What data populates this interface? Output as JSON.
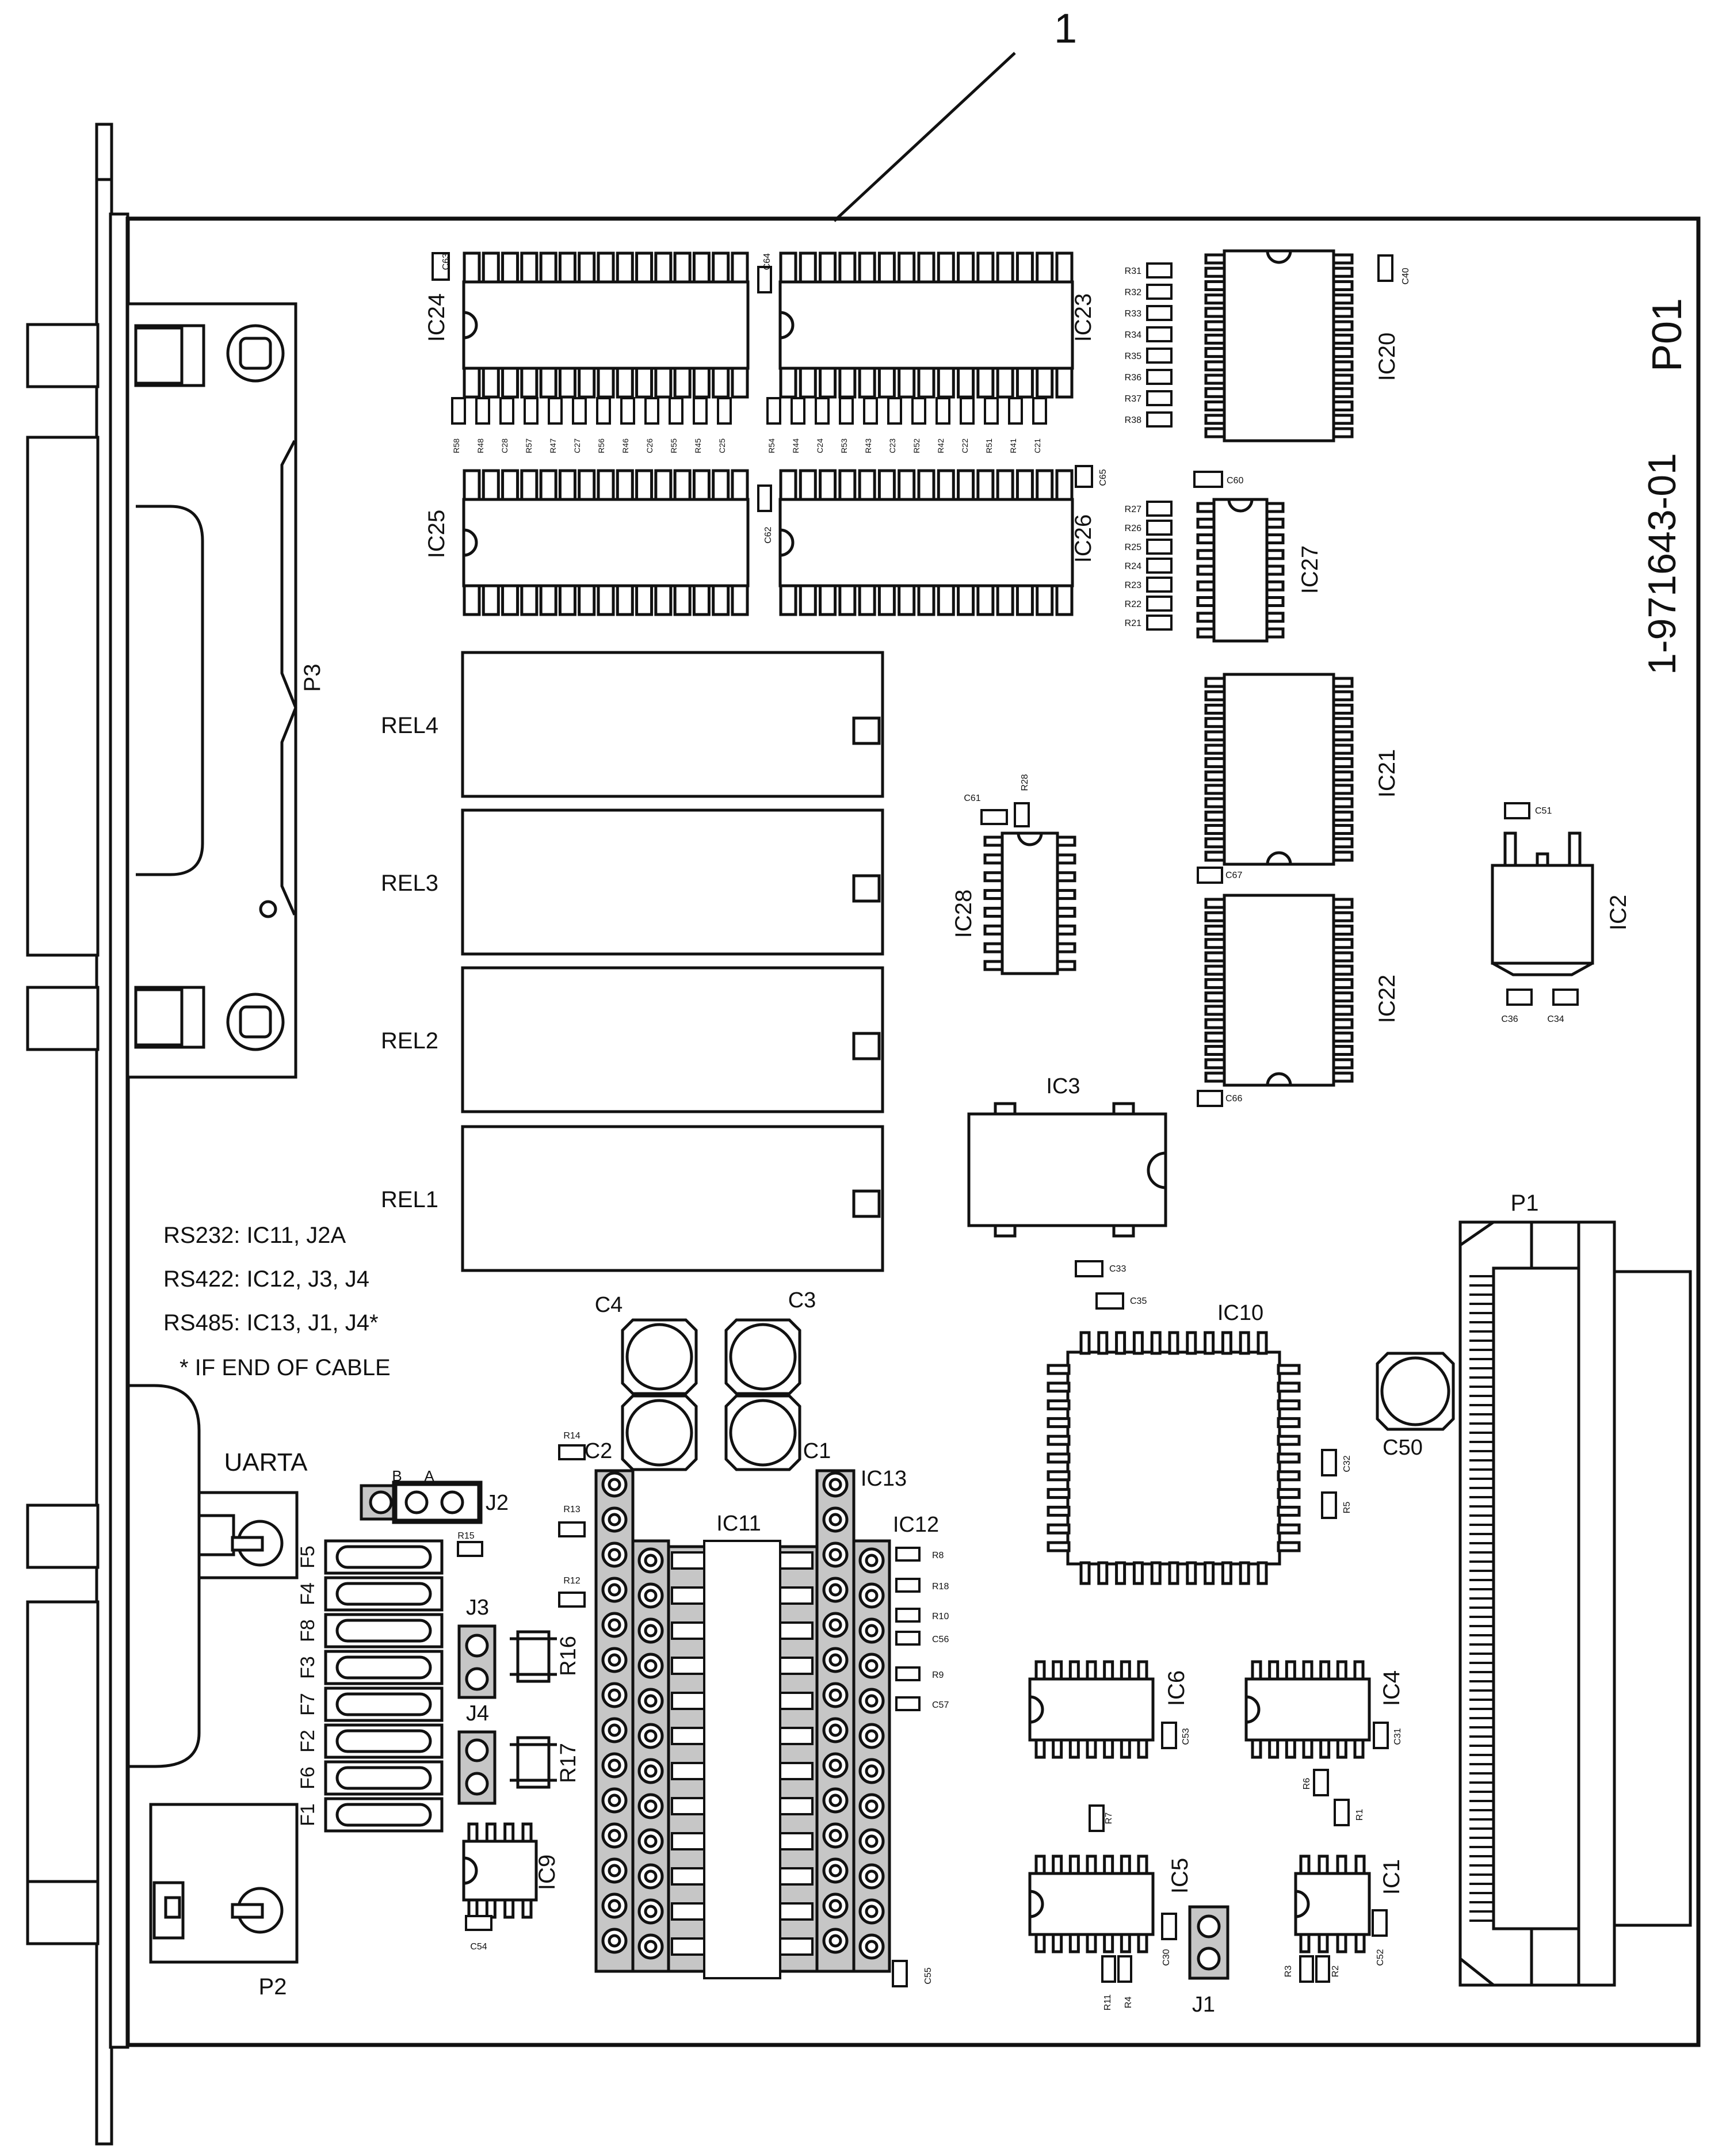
{
  "callout": "1",
  "board_rev": "P01",
  "part_number": "1-971643-01",
  "ic_labels": {
    "ic1": "IC1",
    "ic2": "IC2",
    "ic3": "IC3",
    "ic4": "IC4",
    "ic5": "IC5",
    "ic6": "IC6",
    "ic9": "IC9",
    "ic10": "IC10",
    "ic11": "IC11",
    "ic12": "IC12",
    "ic13": "IC13",
    "ic20": "IC20",
    "ic21": "IC21",
    "ic22": "IC22",
    "ic23": "IC23",
    "ic24": "IC24",
    "ic25": "IC25",
    "ic26": "IC26",
    "ic27": "IC27",
    "ic28": "IC28"
  },
  "relays": [
    "REL4",
    "REL3",
    "REL2",
    "REL1"
  ],
  "connectors": {
    "p1": "P1",
    "p2": "P2",
    "p3": "P3",
    "uarta": "UARTA"
  },
  "jumpers": {
    "j1": "J1",
    "j2": "J2",
    "j3": "J3",
    "j4": "J4",
    "j2_b": "B",
    "j2_a": "A"
  },
  "fuses": [
    "F5",
    "F4",
    "F8",
    "F3",
    "F7",
    "F2",
    "F6",
    "F1"
  ],
  "large_caps": {
    "c1": "C1",
    "c2": "C2",
    "c3": "C3",
    "c4": "C4",
    "c50": "C50"
  },
  "resistors_big": {
    "r16": "R16",
    "r17": "R17"
  },
  "notes": [
    "RS232:  IC11, J2A",
    "RS422:  IC12, J3, J4",
    "RS485:  IC13, J1, J4*",
    "* IF END OF CABLE"
  ],
  "small": {
    "ic24_top": [
      "R58",
      "R48",
      "C28",
      "R57",
      "R47",
      "C27",
      "R56",
      "R46",
      "C26",
      "R55",
      "R45",
      "C25"
    ],
    "ic23_top": [
      "R54",
      "R44",
      "C24",
      "R53",
      "R43",
      "C23",
      "R52",
      "R42",
      "C22",
      "R51",
      "R41",
      "C21"
    ],
    "r_ic20": [
      "R31",
      "R32",
      "R33",
      "R34",
      "R35",
      "R36",
      "R37",
      "R38"
    ],
    "r_ic27": [
      "R27",
      "R26",
      "R25",
      "R24",
      "R23",
      "R22",
      "R21"
    ],
    "right_ic12": [
      "R8",
      "R18",
      "R10",
      "C56",
      "R9",
      "C57"
    ],
    "c63": "C63",
    "c64": "C64",
    "c40": "C40",
    "c65": "C65",
    "c60": "C60",
    "c62": "C62",
    "c61": "C61",
    "r28": "R28",
    "c67": "C67",
    "c66": "C66",
    "c51": "C51",
    "c36": "C36",
    "c34": "C34",
    "c33": "C33",
    "c35": "C35",
    "c32": "C32",
    "r5": "R5",
    "c53": "C53",
    "c31": "C31",
    "r6": "R6",
    "r1": "R1",
    "r7": "R7",
    "c30": "C30",
    "r11": "R11",
    "r4": "R4",
    "r3": "R3",
    "r2": "R2",
    "c52": "C52",
    "c55": "C55",
    "c54": "C54",
    "r14": "R14",
    "r13": "R13",
    "r12": "R12",
    "r15": "R15"
  }
}
